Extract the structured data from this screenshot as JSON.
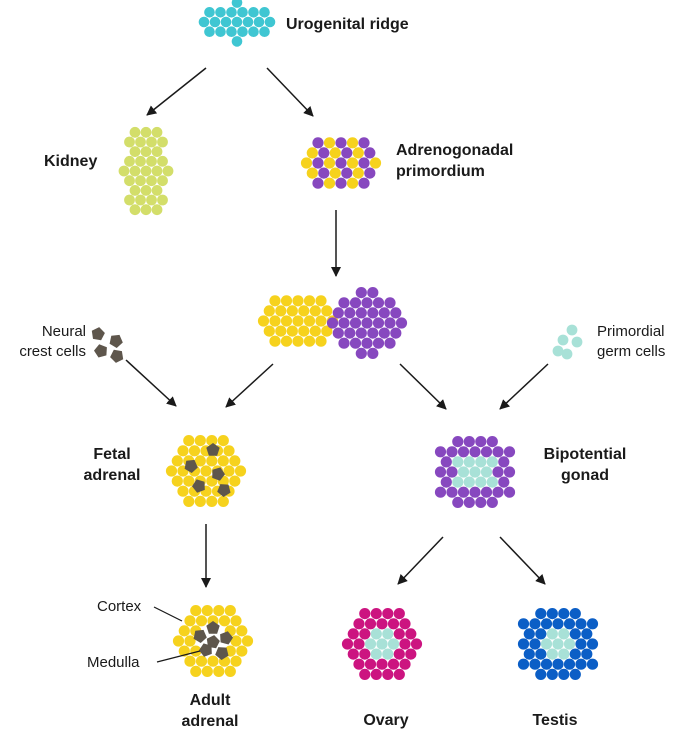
{
  "colors": {
    "urogenital": "#3fc6d2",
    "kidney": "#d3de6a",
    "adrenal": "#f6d21d",
    "gonad": "#8748bf",
    "neural": "#5e564c",
    "germ": "#a8e1d7",
    "ovary": "#cc1480",
    "testis": "#0b5ec6",
    "arrow": "#1a1a1a"
  },
  "labels": {
    "urogenital_ridge": "Urogenital ridge",
    "kidney": "Kidney",
    "adrenogonadal_1": "Adrenogonadal",
    "adrenogonadal_2": "primordium",
    "neural_1": "Neural",
    "neural_2": "crest cells",
    "germ_1": "Primordial",
    "germ_2": "germ cells",
    "fetal_1": "Fetal",
    "fetal_2": "adrenal",
    "bipotential_1": "Bipotential",
    "bipotential_2": "gonad",
    "cortex": "Cortex",
    "medulla": "Medulla",
    "adult_1": "Adult",
    "adult_2": "adrenal",
    "ovary": "Ovary",
    "testis": "Testis"
  },
  "icons": {
    "cell": "circle-cell-icon",
    "neural_cell": "pentagon-cell-icon"
  }
}
